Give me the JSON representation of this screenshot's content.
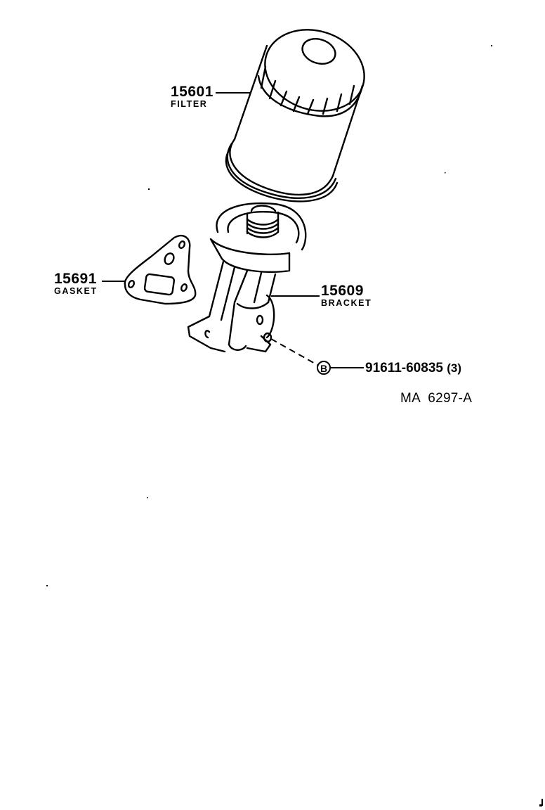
{
  "diagram": {
    "type": "exploded parts diagram",
    "ref_code": "MA  6297-A",
    "parts": [
      {
        "part_number": "15601",
        "name": "FILTER"
      },
      {
        "part_number": "15691",
        "name": "GASKET"
      },
      {
        "part_number": "15609",
        "name": "BRACKET"
      }
    ],
    "fastener": {
      "symbol": "B",
      "part_number": "91611-60835",
      "quantity": "(3)"
    }
  }
}
